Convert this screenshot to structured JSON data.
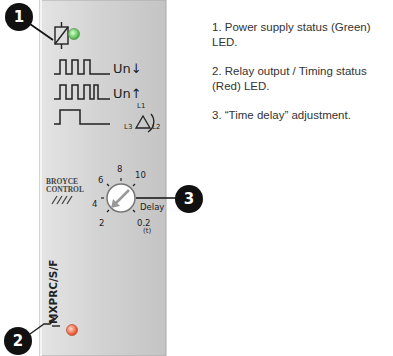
{
  "diagram": {
    "nodes": [
      {
        "text": [
          "1"
        ]
      },
      {
        "text": [
          "2"
        ]
      },
      {
        "text": [
          "3"
        ]
      }
    ],
    "labels": [
      "Un↓",
      "Un↑",
      "L1",
      "L3",
      "L2",
      "BROYCE CONTROL",
      "8",
      "10",
      "6",
      "4",
      "2",
      "0.2",
      "Delay",
      "(t)",
      "MXPRC/S/F",
      "1. Power supply status (Green) LED.",
      "2. Relay output / Timing status (Red) LED.",
      "3. “Time delay” adjustment."
    ]
  }
}
